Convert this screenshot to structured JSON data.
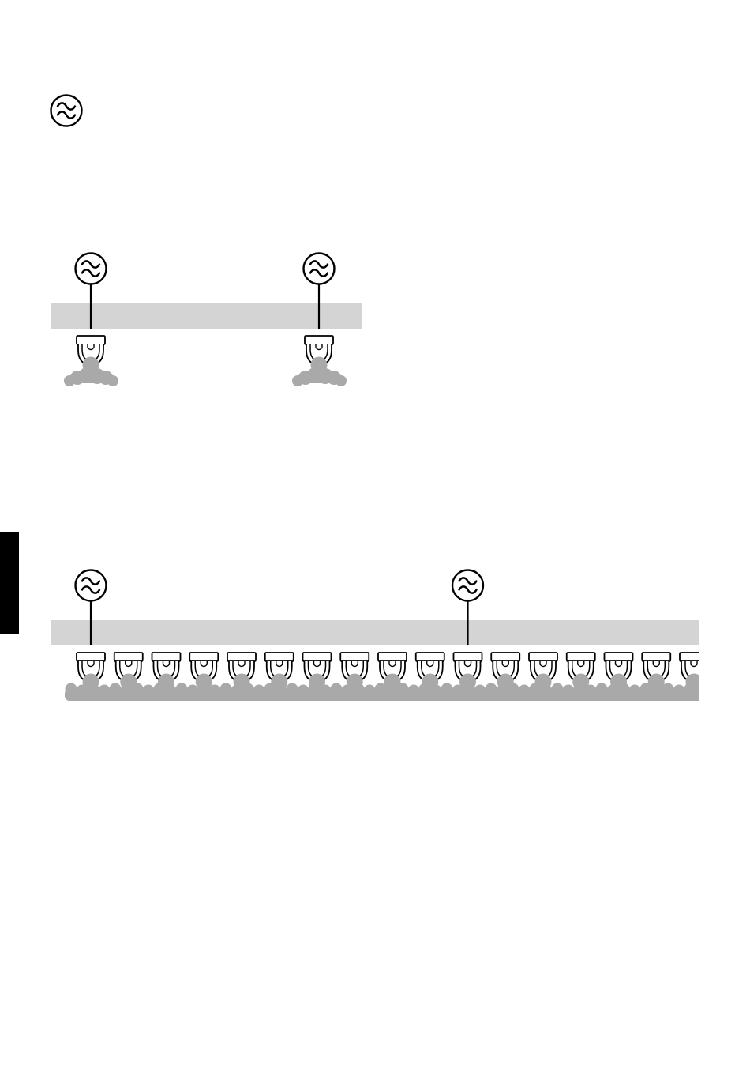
{
  "symbol": {
    "name": "ac-sine-wave-icon",
    "glyph": "approximately-equal-waves"
  },
  "colors": {
    "background": "#ffffff",
    "line": "#000000",
    "track": "#d4d4d4",
    "mist": "#a9a9aa",
    "edge_tab": "#000000"
  },
  "diagrams": [
    {
      "id": "sparse-installation",
      "feed_points": 2,
      "emitters": 2,
      "feed_emitter_indices": [
        0,
        1
      ]
    },
    {
      "id": "dense-installation",
      "feed_points": 2,
      "emitters": 17,
      "feed_emitter_indices": [
        0,
        10
      ],
      "cropped_at_right": true
    }
  ]
}
